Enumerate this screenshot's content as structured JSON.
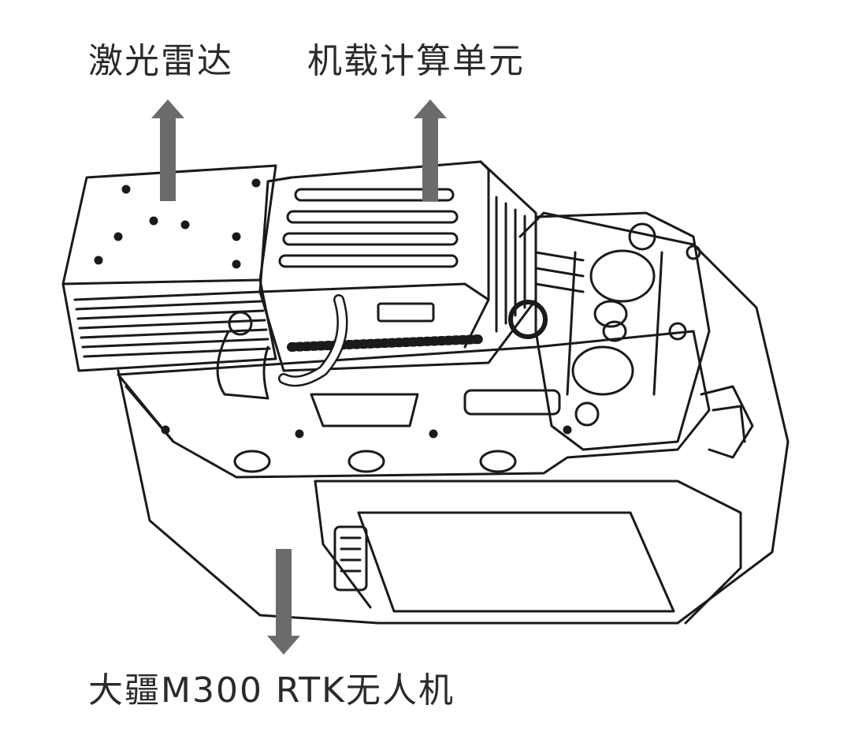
{
  "labels": {
    "lidar": "激光雷达",
    "compute": "机载计算单元",
    "drone": "大疆M300 RTK无人机"
  },
  "colors": {
    "arrow": "#6b6b6b",
    "line": "#1a1a1a",
    "text": "#2a2a2a"
  },
  "arrows": [
    {
      "name": "lidar-up-arrow",
      "direction": "up"
    },
    {
      "name": "compute-up-arrow",
      "direction": "up"
    },
    {
      "name": "drone-down-arrow",
      "direction": "down"
    }
  ]
}
